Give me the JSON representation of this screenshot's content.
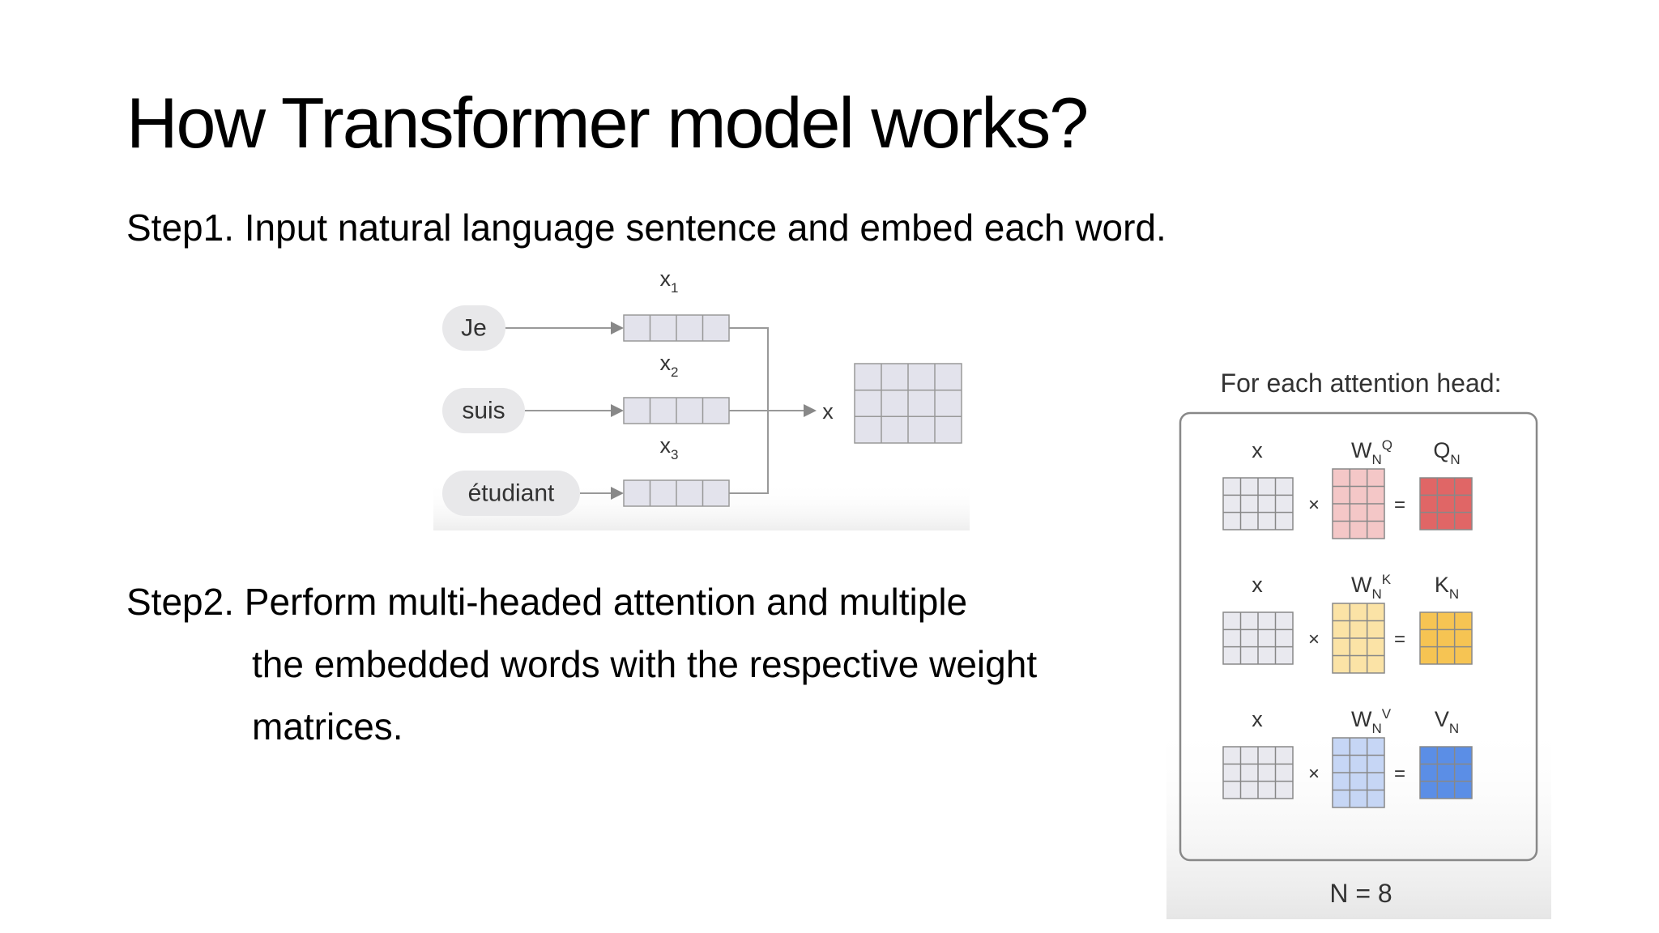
{
  "slide": {
    "title": "How Transformer model works?",
    "step1": "Step1. Input natural language sentence and embed each word.",
    "step2_lines": [
      "Step2. Perform multi-headed attention and multiple",
      "the embedded words with the respective weight",
      "matrices."
    ]
  },
  "embedding_figure": {
    "words": [
      "Je",
      "suis",
      "étudiant"
    ],
    "vector_labels": [
      {
        "base": "x",
        "sub": "1"
      },
      {
        "base": "x",
        "sub": "2"
      },
      {
        "base": "x",
        "sub": "3"
      }
    ],
    "matrix_label": "x"
  },
  "attention_figure": {
    "heading": "For each attention head:",
    "rows": [
      {
        "input": "x",
        "weight_base": "W",
        "weight_sub": "N",
        "weight_sup": "Q",
        "out_base": "Q",
        "out_sub": "N",
        "color": "#e06666",
        "weight_color": "#f4c7c7"
      },
      {
        "input": "x",
        "weight_base": "W",
        "weight_sub": "N",
        "weight_sup": "K",
        "out_base": "K",
        "out_sub": "N",
        "color": "#f6c453",
        "weight_color": "#fbe3a6"
      },
      {
        "input": "x",
        "weight_base": "W",
        "weight_sub": "N",
        "weight_sup": "V",
        "out_base": "V",
        "out_sub": "N",
        "color": "#5b8ee6",
        "weight_color": "#c6d6f5"
      }
    ],
    "times_symbol": "×",
    "equals_symbol": "=",
    "footer": "N = 8"
  }
}
